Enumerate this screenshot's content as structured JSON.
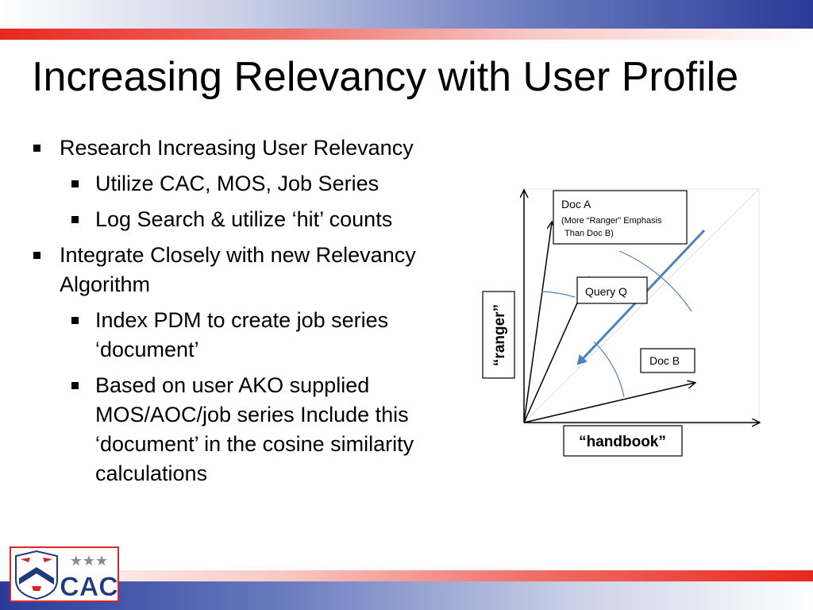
{
  "slide": {
    "title": "Increasing Relevancy with User Profile",
    "bullets": [
      {
        "level": 1,
        "text": "Research Increasing User Relevancy"
      },
      {
        "level": 2,
        "text": "Utilize CAC,  MOS,  Job Series"
      },
      {
        "level": 2,
        "text": "Log Search & utilize ‘hit’ counts"
      },
      {
        "level": 1,
        "text": "Integrate Closely with new Relevancy Algorithm"
      },
      {
        "level": 2,
        "text": "Index PDM to create job series ‘document’"
      },
      {
        "level": 2,
        "text": "Based on user AKO supplied MOS/AOC/job series Include this ‘document’ in the cosine similarity calculations"
      }
    ]
  },
  "diagram": {
    "y_axis_label": "“ranger”",
    "x_axis_label": "“handbook”",
    "doc_a_title": "Doc A",
    "doc_a_note": "(More “Ranger” Emphasis Than Doc B)",
    "query_label": "Query Q",
    "doc_b_label": "Doc B",
    "arrow_color": "#4f81bd",
    "arc_color": "#4f81bd"
  },
  "logo": {
    "text": "CAC",
    "stars": "★★★",
    "red": "#d9262b",
    "navy": "#1f3a7a"
  },
  "colors": {
    "accent_red": "#e8281e",
    "accent_blue": "#2a3a98"
  }
}
